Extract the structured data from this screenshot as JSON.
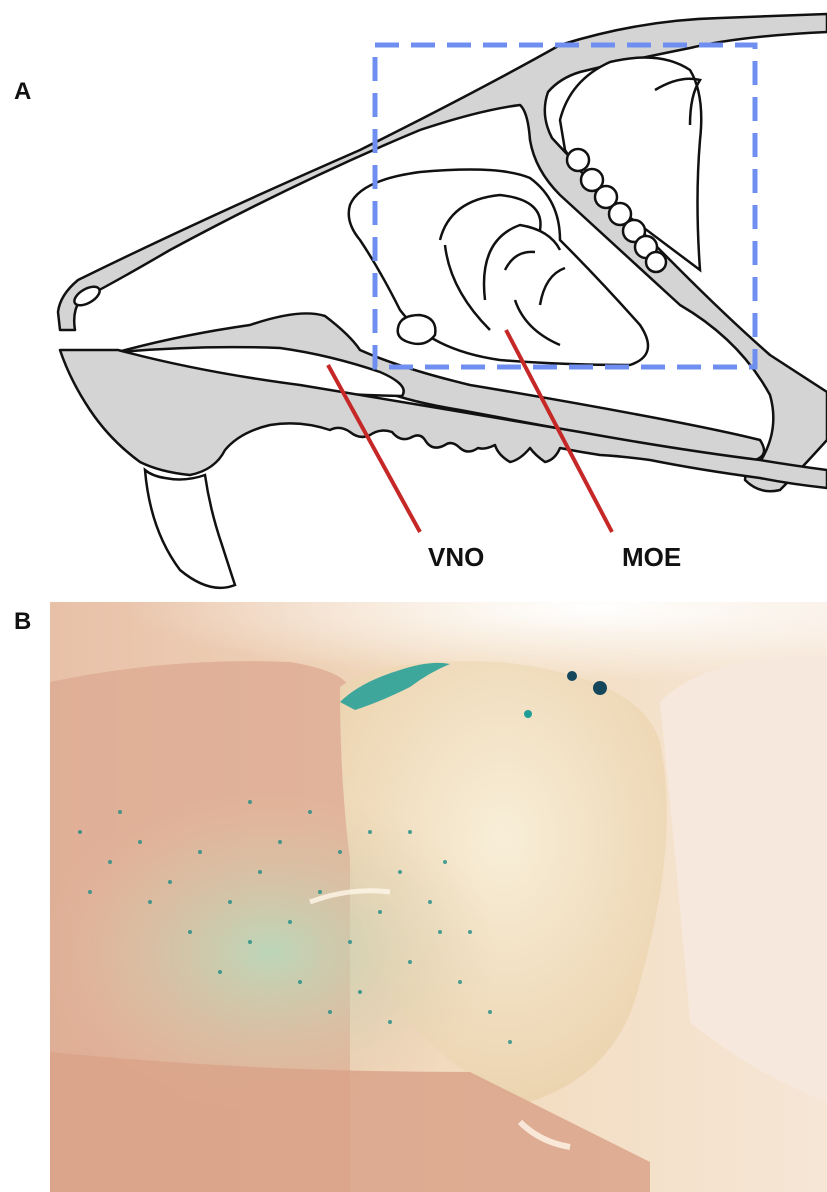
{
  "panels": {
    "a": {
      "label": "A"
    },
    "b": {
      "label": "B"
    }
  },
  "callouts": {
    "vno": "VNO",
    "moe": "MOE"
  },
  "colors": {
    "bone_fill": "#d4d4d4",
    "outline": "#111111",
    "roi_box": "#6e8ff0",
    "pointer_line": "#c62828",
    "xgal_stain": "#1f9e96"
  }
}
